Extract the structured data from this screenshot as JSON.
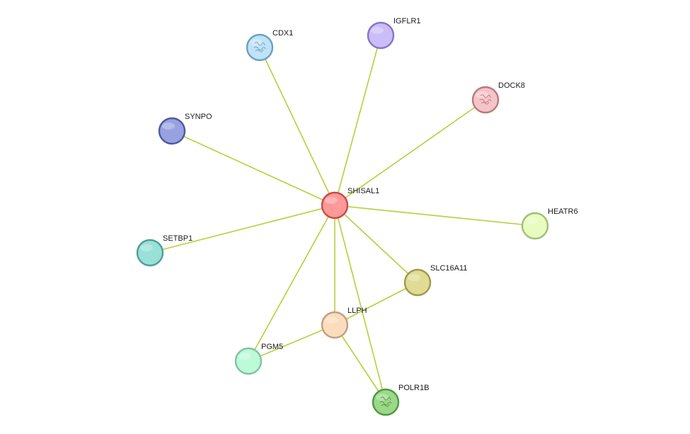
{
  "network": {
    "edge_color": "#b7cf3c",
    "nodes": [
      {
        "id": "SHISAL1",
        "label": "SHISAL1",
        "fill": "#ff9999",
        "stroke": "#c84a4a",
        "icon": "none"
      },
      {
        "id": "CDX1",
        "label": "CDX1",
        "fill": "#bfe3f7",
        "stroke": "#6f9fc4",
        "icon": "protein-structure-icon"
      },
      {
        "id": "IGFLR1",
        "label": "IGFLR1",
        "fill": "#cbbdf8",
        "stroke": "#8a74c4",
        "icon": "none"
      },
      {
        "id": "DOCK8",
        "label": "DOCK8",
        "fill": "#f5c4c8",
        "stroke": "#b87a80",
        "icon": "protein-structure-icon"
      },
      {
        "id": "SYNPO",
        "label": "SYNPO",
        "fill": "#98a2e0",
        "stroke": "#4d5aa0",
        "icon": "none"
      },
      {
        "id": "HEATR6",
        "label": "HEATR6",
        "fill": "#e8fcc0",
        "stroke": "#a3bd78",
        "icon": "none"
      },
      {
        "id": "SETBP1",
        "label": "SETBP1",
        "fill": "#99e0d8",
        "stroke": "#4f9e96",
        "icon": "none"
      },
      {
        "id": "SLC16A11",
        "label": "SLC16A11",
        "fill": "#e0dc96",
        "stroke": "#9e9a4e",
        "icon": "none"
      },
      {
        "id": "LLPH",
        "label": "LLPH",
        "fill": "#fbdcbc",
        "stroke": "#c0a080",
        "icon": "none"
      },
      {
        "id": "PGM5",
        "label": "PGM5",
        "fill": "#bdfad8",
        "stroke": "#7ec49f",
        "icon": "none"
      },
      {
        "id": "POLR1B",
        "label": "POLR1B",
        "fill": "#9bd88a",
        "stroke": "#4e9a3e",
        "icon": "protein-structure-icon"
      }
    ],
    "edges": [
      [
        "SHISAL1",
        "CDX1"
      ],
      [
        "SHISAL1",
        "IGFLR1"
      ],
      [
        "SHISAL1",
        "DOCK8"
      ],
      [
        "SHISAL1",
        "SYNPO"
      ],
      [
        "SHISAL1",
        "HEATR6"
      ],
      [
        "SHISAL1",
        "SETBP1"
      ],
      [
        "SHISAL1",
        "SLC16A11"
      ],
      [
        "SHISAL1",
        "LLPH"
      ],
      [
        "SHISAL1",
        "PGM5"
      ],
      [
        "SHISAL1",
        "POLR1B"
      ],
      [
        "SLC16A11",
        "LLPH"
      ],
      [
        "LLPH",
        "PGM5"
      ],
      [
        "LLPH",
        "POLR1B"
      ]
    ]
  }
}
